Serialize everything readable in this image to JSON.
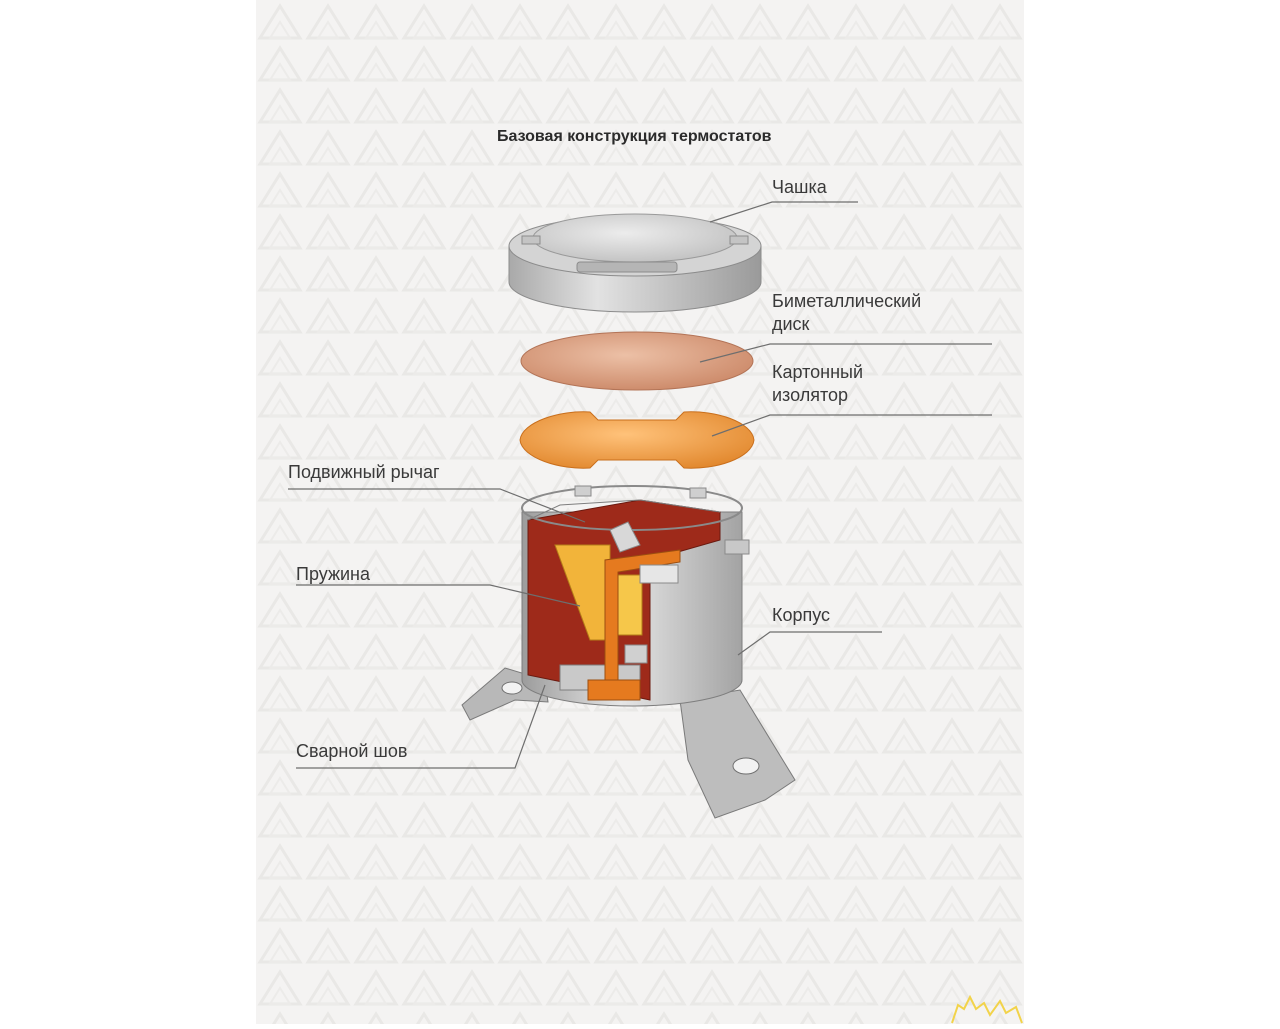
{
  "diagram": {
    "title": "Базовая конструкция термостатов",
    "labels": {
      "cup": "Чашка",
      "bimetal_line1": "Биметаллический",
      "bimetal_line2": "диск",
      "insulator_line1": "Картонный",
      "insulator_line2": "изолятор",
      "lever": "Подвижный рычаг",
      "spring": "Пружина",
      "housing": "Корпус",
      "weld": "Сварной шов"
    },
    "colors": {
      "cup": "#c9c9c9",
      "bimetal_disc": "#dba283",
      "insulator": "#f0a04a",
      "housing_outer": "#bdbdbd",
      "housing_inner": "#9e2a1a",
      "spring": "#f2b43a",
      "lever": "#e57a1f"
    }
  }
}
